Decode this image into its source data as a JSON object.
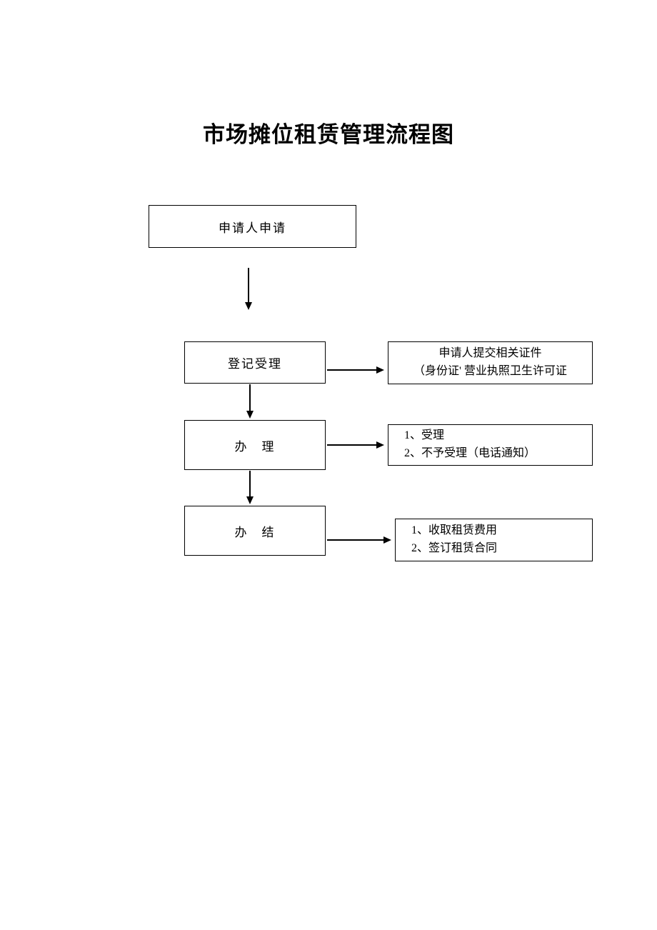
{
  "page": {
    "title": "市场摊位租赁管理流程图"
  },
  "flowchart": {
    "box_apply": "申请人申请",
    "box_register": "登记受理",
    "box_handle": "办　理",
    "box_complete": "办　结",
    "note_documents": {
      "line1": "申请人提交相关证件",
      "line2": "（身份证' 营业执照卫生许可证"
    },
    "note_handle": {
      "line1": "1、受理",
      "line2": "2、不予受理（电话通知）"
    },
    "note_complete": {
      "line1": "1、收取租赁费用",
      "line2": "2、签订租赁合同"
    }
  }
}
